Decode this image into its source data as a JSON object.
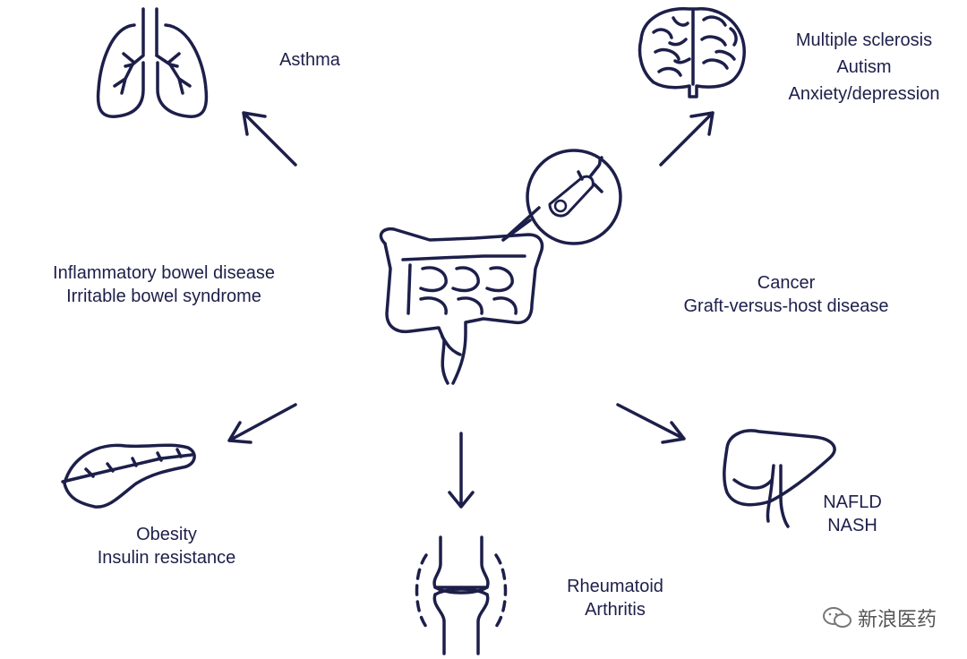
{
  "labels": {
    "asthma": [
      "Asthma"
    ],
    "brain": [
      "Multiple sclerosis",
      "Autism",
      "Anxiety/depression"
    ],
    "bowel": [
      "Inflammatory bowel disease",
      "Irritable bowel syndrome"
    ],
    "cancer": [
      "Cancer",
      "Graft-versus-host disease"
    ],
    "pancreas": [
      "Obesity",
      "Insulin resistance"
    ],
    "joint": [
      "Rheumatoid",
      "Arthritis"
    ],
    "liver": [
      "NAFLD",
      "NASH"
    ]
  },
  "watermark": {
    "text": "新浪医药",
    "icon": "wechat-bubble-icon"
  },
  "colors": {
    "ink": "#1d1f4a",
    "background": "#ffffff",
    "watermark": "#555555"
  }
}
